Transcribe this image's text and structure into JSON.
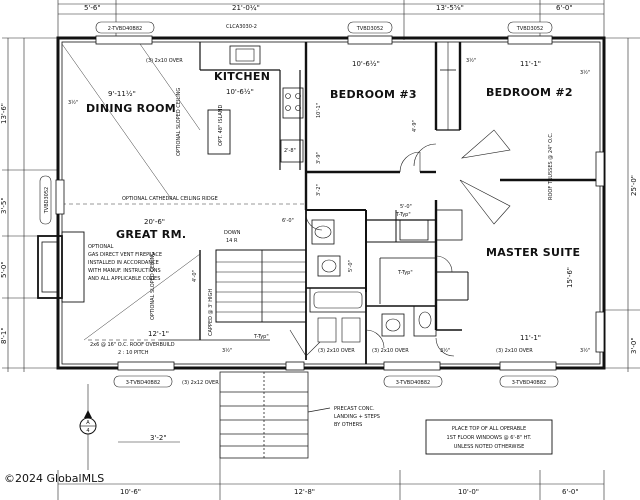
{
  "rooms": {
    "kitchen": "KITCHEN",
    "dining_room": "DINING ROOM",
    "bedroom_3": "BEDROOM #3",
    "bedroom_2": "BEDROOM #2",
    "great_rm": "GREAT RM.",
    "master_suite": "MASTER SUITE"
  },
  "dimensions": {
    "top_left": "5'-6\"",
    "top_mid": "21'-0¼\"",
    "top_right": "13'-5⅝\"",
    "top_far_right": "6'-0\"",
    "kitchen_size": "10'-6½\"",
    "dining_size": "9'-11½\"",
    "bedroom3_size": "10'-6½\"",
    "bedroom2_size": "11'-1\"",
    "great_rm_size": "20'-6\"",
    "master_width": "11'-1\"",
    "master_depth": "15'-6\"",
    "left_12": "12'-1\"",
    "left_13": "13'-6\"",
    "left_3": "3'-5\"",
    "left_5": "5'-0\"",
    "left_8": "8'-1\"",
    "right_25": "25'-0\"",
    "right_3": "3'-0\"",
    "bottom_a": "10'-6\"",
    "bottom_b": "12'-8\"",
    "bottom_c": "10'-0\"",
    "bottom_d": "6'-0\"",
    "stair_offset": "3'-2\"",
    "half_a": "3½\"",
    "half_b": "3½\"",
    "half_c": "3½\"",
    "half_d": "3½\"",
    "half_e": "3½\"",
    "half_f": "3½\"",
    "v_4_9": "4'-9\"",
    "v_3_2": "3'-2\"",
    "v_10_1": "10'-1\"",
    "v_4_0": "4'-0\"",
    "v_3_9": "3'-9\"",
    "v_6_0": "6'-0\"",
    "t_typ_a": "T-Typ\"",
    "t_typ_b": "T-Typ\"",
    "t_typ_c": "T-Typ\"",
    "bath_5": "5'-0\"",
    "bath_5b": "5'-0\"",
    "w_2_8": "2'-8\""
  },
  "notes": {
    "cathedral": "OPTIONAL CATHEDRAL CEILING RIDGE",
    "optional_sloped_1": "OPTIONAL SLOPED CEILING",
    "optional_sloped_2": "OPTIONAL SLOPED CEILING",
    "island": "OPT. 48\" ISLAND",
    "fireplace_1": "OPTIONAL",
    "fireplace_2": "GAS DIRECT VENT FIREPLACE",
    "fireplace_3": "INSTALLED IN ACCORDANCE",
    "fireplace_4": "WITH MANUF. INSTRUCTIONS",
    "fireplace_5": "AND ALL APPLICABLE CODES",
    "roof_trusses": "ROOF TRUSSES @ 24\" O.C.",
    "overbuild": "2x6 @ 16\" O.C. ROOF OVERBUILD",
    "pitch": "2 : 10 PITCH",
    "down": "DOWN",
    "down_count": "14 R",
    "capped": "CAPPED @ 3' HIGH",
    "precast_1": "PRECAST CONC.",
    "precast_2": "LANDING + STEPS",
    "precast_3": "BY OTHERS",
    "place_top_1": "PLACE TOP OF ALL OPERABLE",
    "place_top_2": "1ST FLOOR WINDOWS @ 6'-8\" HT.",
    "place_top_3": "UNLESS NOTED OTHERWISE",
    "lintel_top": "CLCA3030-2",
    "header_a": "(3) 2x10 OVER",
    "header_b": "(3) 2x10 OVER",
    "header_c": "(3) 2x12 OVER",
    "header_d": "(3) 2x10 OVER",
    "header_e": "(3) 2x10 OVER"
  },
  "windows": {
    "w_top_1": "2-TVBD40B82",
    "w_top_2": "TVBD3052",
    "w_top_3": "TVBD3052",
    "w_left": "TVBD3052",
    "w_bot_1": "3-TVBD40B82",
    "w_bot_2": "3-TVBD40B82",
    "w_bot_3": "3-TVBD40B82"
  },
  "section_marker": {
    "letter": "A",
    "sheet": "4"
  },
  "watermark": "©2024 GlobalMLS",
  "colors": {
    "ink": "#111111",
    "paper": "#ffffff"
  }
}
